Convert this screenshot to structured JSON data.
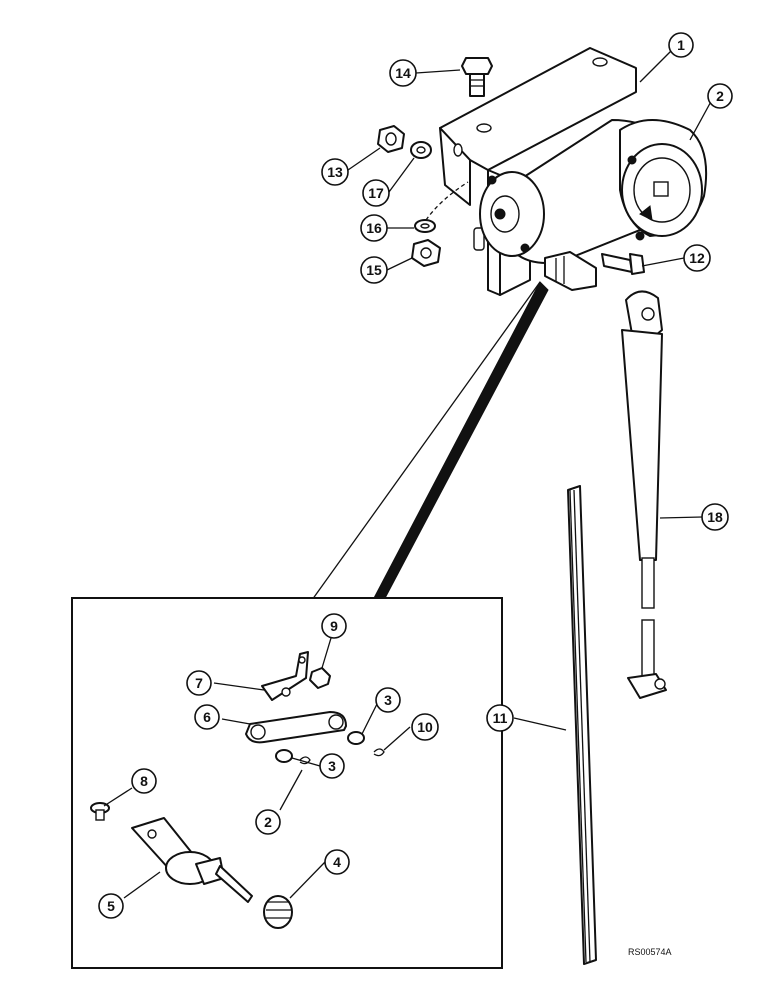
{
  "diagram": {
    "callouts": [
      {
        "id": "c1",
        "label": "1",
        "part": "mounting-bracket"
      },
      {
        "id": "c2",
        "label": "2",
        "part": "wiper-motor"
      },
      {
        "id": "c12",
        "label": "12",
        "part": "bolt"
      },
      {
        "id": "c13",
        "label": "13",
        "part": "nut"
      },
      {
        "id": "c14",
        "label": "14",
        "part": "bolt"
      },
      {
        "id": "c15",
        "label": "15",
        "part": "nut"
      },
      {
        "id": "c16",
        "label": "16",
        "part": "washer"
      },
      {
        "id": "c17",
        "label": "17",
        "part": "lock-washer"
      },
      {
        "id": "c18",
        "label": "18",
        "part": "wiper-arm"
      },
      {
        "id": "c11",
        "label": "11",
        "part": "wiper-blade"
      },
      {
        "id": "c3a",
        "label": "3",
        "part": "washer"
      },
      {
        "id": "c3b",
        "label": "3",
        "part": "washer"
      },
      {
        "id": "c2b",
        "label": "2",
        "part": "clip"
      },
      {
        "id": "c4",
        "label": "4",
        "part": "knob"
      },
      {
        "id": "c5",
        "label": "5",
        "part": "control-housing"
      },
      {
        "id": "c6",
        "label": "6",
        "part": "link"
      },
      {
        "id": "c7",
        "label": "7",
        "part": "crank"
      },
      {
        "id": "c8",
        "label": "8",
        "part": "screw"
      },
      {
        "id": "c9",
        "label": "9",
        "part": "nut"
      },
      {
        "id": "c10",
        "label": "10",
        "part": "clip"
      }
    ],
    "figure_code": "RS00574A"
  }
}
